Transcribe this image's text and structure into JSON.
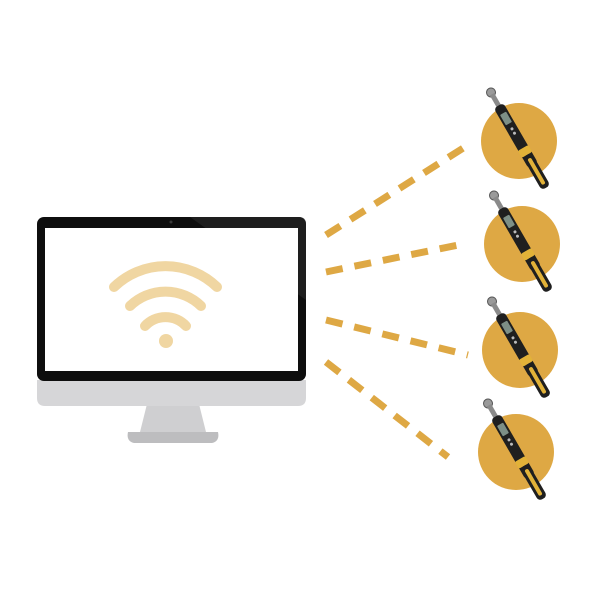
{
  "colors": {
    "background": "#ffffff",
    "wifi": "#f0d6a2",
    "accent": "#dea844",
    "bezel": "#0e0e0e",
    "screen": "#ffffff",
    "chin": "#d6d6d8",
    "stand": "#c7c7c9",
    "tool_body": "#1f1f1f",
    "tool_grip": "#e2b238",
    "tool_head": "#9a9a9a"
  },
  "diagram": {
    "monitor": {
      "icon": "wifi-icon"
    },
    "connections": [
      {
        "style": "dashed"
      },
      {
        "style": "dashed"
      },
      {
        "style": "dashed"
      },
      {
        "style": "dashed"
      }
    ],
    "devices": [
      {
        "icon": "torque-wrench-icon"
      },
      {
        "icon": "torque-wrench-icon"
      },
      {
        "icon": "torque-wrench-icon"
      },
      {
        "icon": "torque-wrench-icon"
      }
    ]
  }
}
